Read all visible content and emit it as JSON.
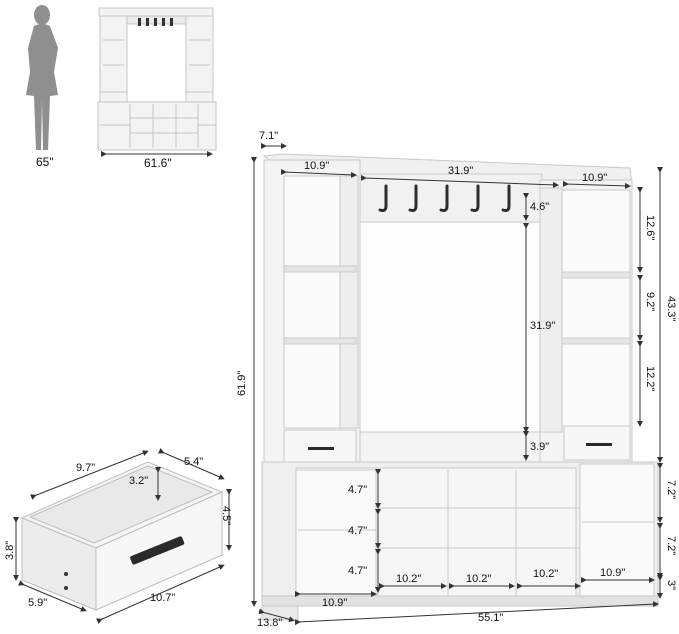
{
  "colors": {
    "cabinet": "#f2f2f2",
    "edge": "#c9c9c9",
    "shadow": "#dcdcdc",
    "silhouette": "#8f8f8f",
    "hardware": "#2a2a2a",
    "dim_line": "#333333"
  },
  "thumbnail": {
    "person_height": "65\"",
    "width": "61.6\""
  },
  "drawer": {
    "length": "9.7\"",
    "depth": "5.4\"",
    "inner_height": "3.2\"",
    "outer_height": "4.5\"",
    "front_height": "3.8\"",
    "side": "5.9\"",
    "front_length": "10.7\""
  },
  "main": {
    "top_overhang": "7.1\"",
    "left_shelf_width": "10.9\"",
    "middle_width": "31.9\"",
    "right_shelf_width": "10.9\"",
    "hook_rail": "4.6\"",
    "middle_height": "31.9\"",
    "bench_gap": "3.9\"",
    "right_top": "12.6\"",
    "right_mid": "9.2\"",
    "right_low": "12.2\"",
    "upper_height": "43.3\"",
    "total_height": "61.9\"",
    "cubby_row1": "4.7\"",
    "cubby_row2": "4.7\"",
    "cubby_row3": "4.7\"",
    "cubby_w1": "10.2\"",
    "cubby_w2": "10.2\"",
    "cubby_w3": "10.2\"",
    "left_bottom_width": "10.9\"",
    "right_bottom_width": "10.9\"",
    "right_cab_upper": "7.2\"",
    "right_cab_lower": "7.2\"",
    "base": "3\"",
    "depth": "13.8\"",
    "total_width": "55.1\""
  }
}
